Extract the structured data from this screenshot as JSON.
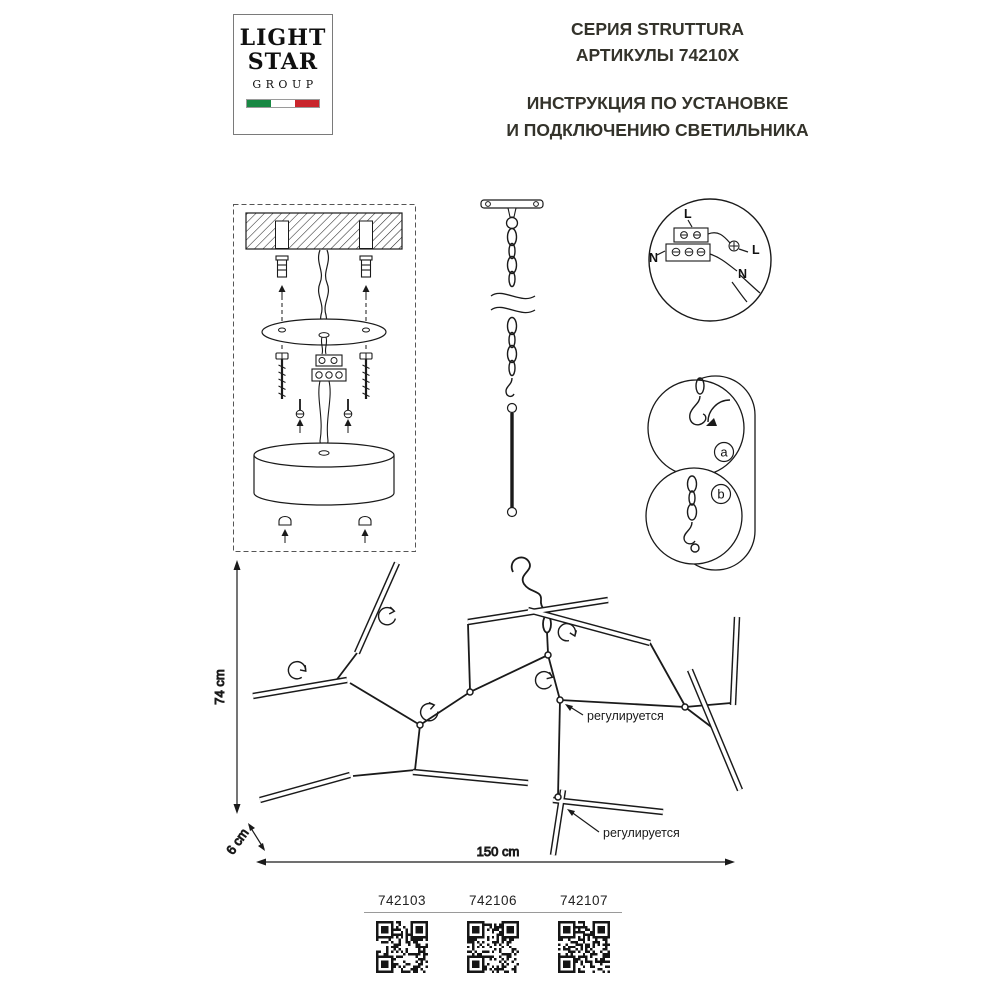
{
  "page": {
    "background": "#ffffff",
    "ink": "#1a1a1a",
    "heading_color": "#34332b"
  },
  "logo": {
    "word1": "LIGHT",
    "word2": "STAR",
    "word3": "GROUP",
    "flag_green": "#188843",
    "flag_white": "#ffffff",
    "flag_red": "#c9252c"
  },
  "header": {
    "series": [
      "СЕРИЯ STRUTTURA",
      "АРТИКУЛЫ 74210X"
    ],
    "instruction": [
      "ИНСТРУКЦИЯ ПО УСТАНОВКЕ",
      "И ПОДКЛЮЧЕНИЮ СВЕТИЛЬНИКА"
    ]
  },
  "wiring": {
    "l_top": "L",
    "n_left": "N",
    "l_right": "L",
    "n_right": "N"
  },
  "details": {
    "a": "a",
    "b": "b"
  },
  "dimensions": {
    "height": "74 cm",
    "diameter": "6 cm",
    "width": "150 cm"
  },
  "annotations": {
    "adjustable_1": "регулируется",
    "adjustable_2": "регулируется"
  },
  "articles": {
    "codes": [
      "742103",
      "742106",
      "742107"
    ]
  }
}
